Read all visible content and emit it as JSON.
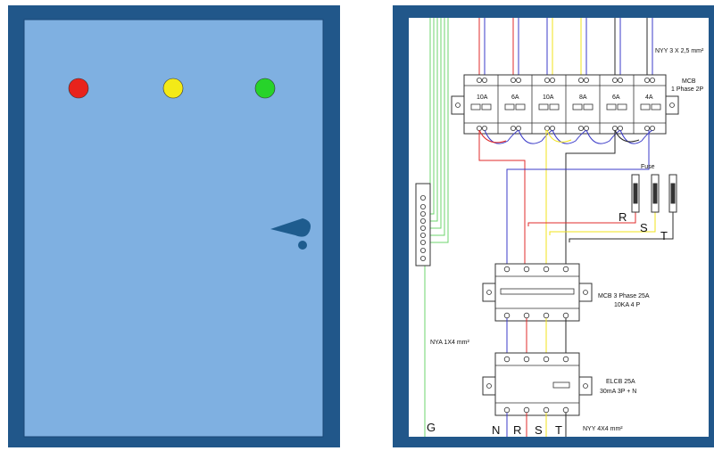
{
  "door_panel": {
    "indicator_colors": [
      "#e8231c",
      "#f3ea17",
      "#27d32a"
    ],
    "frame_color": "#21578a",
    "fill_color": "#7fb0e1",
    "handle_color": "#1e5c8e"
  },
  "wiring_panel": {
    "frame_color": "#21578a",
    "top_cable_label": "NYY 3 X 2,5 mm²",
    "mcb": {
      "label_line1": "MCB",
      "label_line2": "1 Phase 2P",
      "ratings": [
        "10A",
        "6A",
        "10A",
        "8A",
        "6A",
        "4A"
      ]
    },
    "fuse_label": "Fuse",
    "fuse_phases": [
      "R",
      "S",
      "T"
    ],
    "mcb3": {
      "line1": "MCB 3 Phase 25A",
      "line2": "10KA 4 P"
    },
    "elcb": {
      "line1": "ELCB 25A",
      "line2": "30mA 3P + N"
    },
    "ground_cable_label": "NYA 1X4 mm²",
    "ground_label": "G",
    "output_terminals": [
      "N",
      "R",
      "S",
      "T"
    ],
    "output_cable_label": "NYY 4X4 mm²",
    "wire_colors": {
      "neutral": "#3b3bc8",
      "r": "#e02b2b",
      "s": "#f2e31b",
      "t": "#2a2a2a",
      "ground": "#6cd46c"
    }
  }
}
